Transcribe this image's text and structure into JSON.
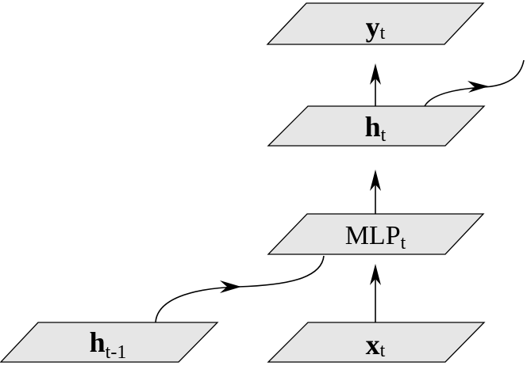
{
  "colors": {
    "node_fill": "#e6e6e6",
    "stroke": "#000000",
    "background": "#ffffff"
  },
  "nodes": {
    "y": {
      "main": "y",
      "sub": "t"
    },
    "h": {
      "main": "h",
      "sub": "t"
    },
    "mlp": {
      "main": "MLP",
      "sub": "t"
    },
    "x": {
      "main": "x",
      "sub": "t"
    },
    "h_prev": {
      "main": "h",
      "sub": "t-1"
    }
  },
  "edges": [
    {
      "from": "x",
      "to": "mlp"
    },
    {
      "from": "mlp",
      "to": "h"
    },
    {
      "from": "h",
      "to": "y"
    },
    {
      "from": "h_prev",
      "to": "mlp"
    },
    {
      "from": "h",
      "to": "next-step"
    }
  ]
}
